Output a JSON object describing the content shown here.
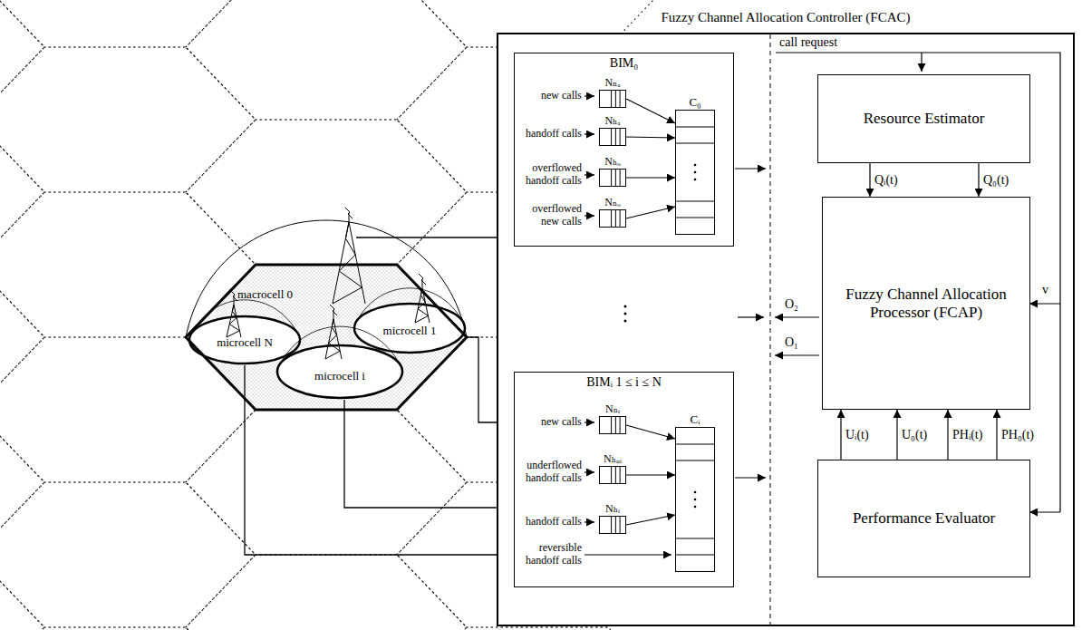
{
  "diagram": {
    "nodes": [
      {
        "text": [
          "macrocell 0"
        ]
      },
      {
        "text": [
          "microcell N"
        ],
        "in": 0
      },
      {
        "text": [
          "microcell 1"
        ],
        "in": 0
      },
      {
        "text": [
          "microcell i"
        ],
        "in": 0
      },
      {
        "text": [
          "Fuzzy Channel Allocation Controller (FCAC)"
        ]
      },
      {
        "text": [
          "BIM₀"
        ],
        "in": 4
      },
      {
        "text": [
          "Nₙₐ"
        ],
        "in": 5
      },
      {
        "text": [
          "Nₕₐ"
        ],
        "in": 5
      },
      {
        "text": [
          "Nₕₒ"
        ],
        "in": 5
      },
      {
        "text": [
          "Nₙₒ"
        ],
        "in": 5
      },
      {
        "text": [
          "C₀"
        ],
        "in": 5
      },
      {
        "text": [
          "BIMᵢ 1 ≤ i ≤ N"
        ],
        "in": 4
      },
      {
        "text": [
          "Nₙᵢ"
        ],
        "in": 11
      },
      {
        "text": [
          "Nₕᵤᵢ"
        ],
        "in": 11
      },
      {
        "text": [
          "Nₕᵢ"
        ],
        "in": 11
      },
      {
        "text": [
          "Cᵢ"
        ],
        "in": 11
      },
      {
        "text": [
          "Resource Estimator"
        ],
        "in": 4
      },
      {
        "text": [
          "Fuzzy Channel Allocation Processor (FCAP)"
        ],
        "in": 4
      },
      {
        "text": [
          "Performance Evaluator"
        ],
        "in": 4
      }
    ],
    "edges": [
      {
        "from": 6,
        "to": 10,
        "arrow": "to"
      },
      {
        "from": 7,
        "to": 10,
        "arrow": "to"
      },
      {
        "from": 8,
        "to": 10,
        "arrow": "to"
      },
      {
        "from": 9,
        "to": 10,
        "arrow": "to"
      },
      {
        "from": 12,
        "to": 15,
        "arrow": "to"
      },
      {
        "from": 13,
        "to": 15,
        "arrow": "to"
      },
      {
        "from": 14,
        "to": 15,
        "arrow": "to"
      },
      {
        "from": 16,
        "to": 17,
        "label": "Qᵢ(t)",
        "arrow": "to"
      },
      {
        "from": 16,
        "to": 17,
        "label": "Q₀(t)",
        "arrow": "to"
      },
      {
        "from": 18,
        "to": 17,
        "label": "Uᵢ(t)",
        "arrow": "to"
      },
      {
        "from": 18,
        "to": 17,
        "label": "U₀(t)",
        "arrow": "to"
      },
      {
        "from": 18,
        "to": 17,
        "label": "PHᵢ(t)",
        "arrow": "to"
      },
      {
        "from": 18,
        "to": 17,
        "label": "PH₀(t)",
        "arrow": "to"
      }
    ],
    "labels": [
      "new calls",
      "handoff calls",
      "overflowed handoff calls",
      "overflowed new calls",
      "new calls",
      "underflowed handoff calls",
      "handoff calls",
      "reversible handoff calls",
      "call request",
      "O₂",
      "O₁",
      "v"
    ]
  }
}
